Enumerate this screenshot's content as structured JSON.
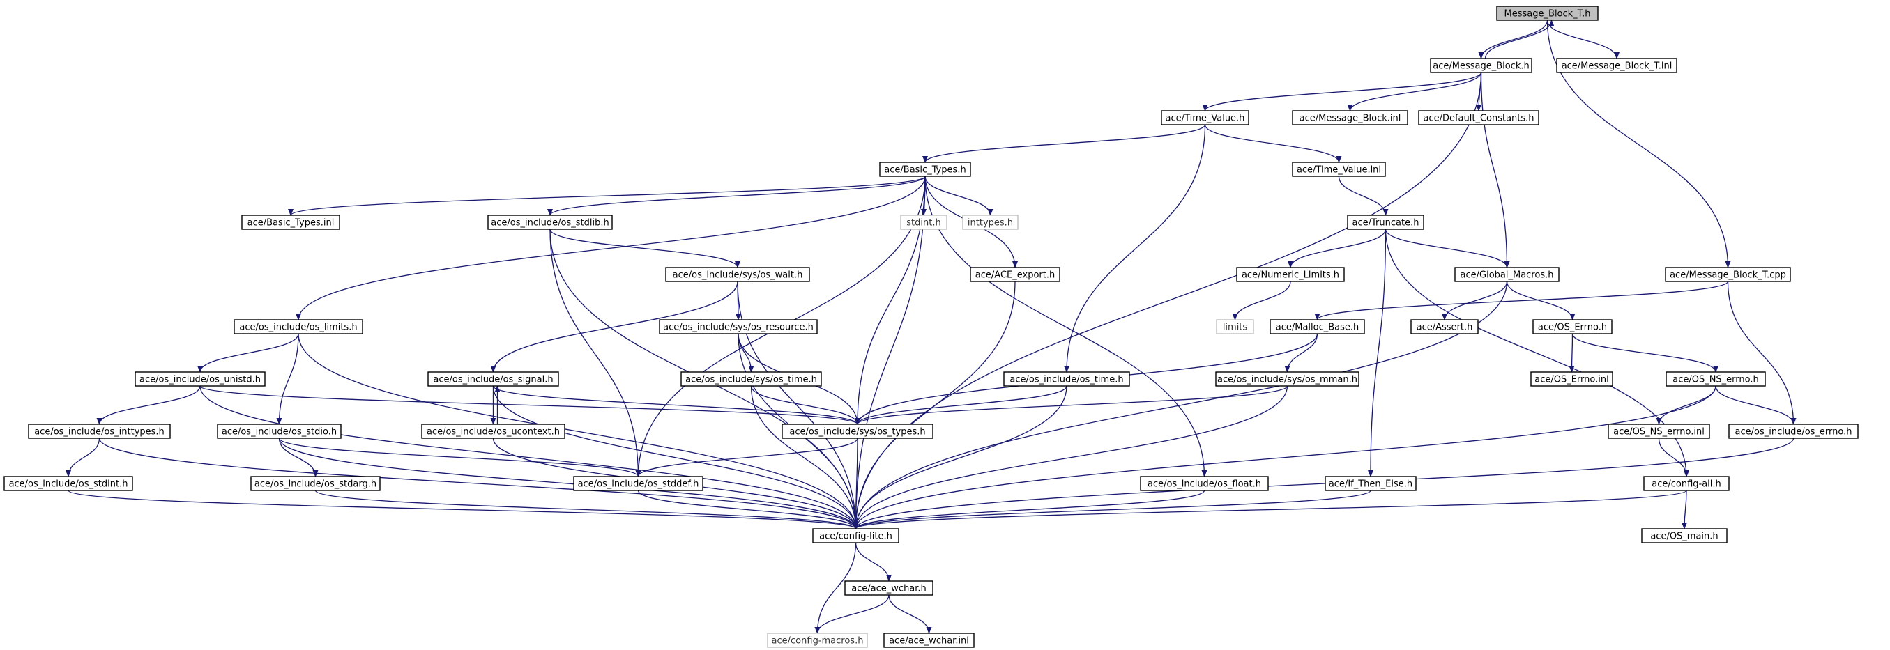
{
  "diagram": {
    "type": "include-dependency-graph",
    "root": "root",
    "colors": {
      "edge": "#191970",
      "node_border": "#000000",
      "root_fill": "#bfbfbf",
      "missing_border": "#bfbfbf"
    },
    "nodes": [
      {
        "id": "root",
        "label": "Message_Block_T.h",
        "kind": "root"
      },
      {
        "id": "msgblock_h",
        "label": "ace/Message_Block.h",
        "kind": "file"
      },
      {
        "id": "msgblockT_inl",
        "label": "ace/Message_Block_T.inl",
        "kind": "file"
      },
      {
        "id": "timevalue_h",
        "label": "ace/Time_Value.h",
        "kind": "file"
      },
      {
        "id": "msgblock_inl",
        "label": "ace/Message_Block.inl",
        "kind": "file"
      },
      {
        "id": "defconst_h",
        "label": "ace/Default_Constants.h",
        "kind": "file"
      },
      {
        "id": "basictypes_h",
        "label": "ace/Basic_Types.h",
        "kind": "file"
      },
      {
        "id": "timevalue_inl",
        "label": "ace/Time_Value.inl",
        "kind": "file"
      },
      {
        "id": "basictypes_inl",
        "label": "ace/Basic_Types.inl",
        "kind": "file"
      },
      {
        "id": "os_stdlib_h",
        "label": "ace/os_include/os_stdlib.h",
        "kind": "file"
      },
      {
        "id": "stdint_h",
        "label": "stdint.h",
        "kind": "missing"
      },
      {
        "id": "inttypes_h",
        "label": "inttypes.h",
        "kind": "missing"
      },
      {
        "id": "truncate_h",
        "label": "ace/Truncate.h",
        "kind": "file"
      },
      {
        "id": "sys_wait_h",
        "label": "ace/os_include/sys/os_wait.h",
        "kind": "file"
      },
      {
        "id": "ace_export_h",
        "label": "ace/ACE_export.h",
        "kind": "file"
      },
      {
        "id": "numlimits_h",
        "label": "ace/Numeric_Limits.h",
        "kind": "file"
      },
      {
        "id": "globalmacros_h",
        "label": "ace/Global_Macros.h",
        "kind": "file"
      },
      {
        "id": "msgblockT_cpp",
        "label": "ace/Message_Block_T.cpp",
        "kind": "file"
      },
      {
        "id": "os_limits_h",
        "label": "ace/os_include/os_limits.h",
        "kind": "file"
      },
      {
        "id": "sys_resource_h",
        "label": "ace/os_include/sys/os_resource.h",
        "kind": "file"
      },
      {
        "id": "limits",
        "label": "limits",
        "kind": "missing"
      },
      {
        "id": "mallocbase_h",
        "label": "ace/Malloc_Base.h",
        "kind": "file"
      },
      {
        "id": "assert_h",
        "label": "ace/Assert.h",
        "kind": "file"
      },
      {
        "id": "oserrno_h",
        "label": "ace/OS_Errno.h",
        "kind": "file"
      },
      {
        "id": "os_unistd_h",
        "label": "ace/os_include/os_unistd.h",
        "kind": "file"
      },
      {
        "id": "os_signal_h",
        "label": "ace/os_include/os_signal.h",
        "kind": "file"
      },
      {
        "id": "sys_time_h",
        "label": "ace/os_include/sys/os_time.h",
        "kind": "file"
      },
      {
        "id": "os_time_h",
        "label": "ace/os_include/os_time.h",
        "kind": "file"
      },
      {
        "id": "sys_mman_h",
        "label": "ace/os_include/sys/os_mman.h",
        "kind": "file"
      },
      {
        "id": "oserrno_inl",
        "label": "ace/OS_Errno.inl",
        "kind": "file"
      },
      {
        "id": "osnserrno_h",
        "label": "ace/OS_NS_errno.h",
        "kind": "file"
      },
      {
        "id": "os_inttypes_h",
        "label": "ace/os_include/os_inttypes.h",
        "kind": "file"
      },
      {
        "id": "os_stdio_h",
        "label": "ace/os_include/os_stdio.h",
        "kind": "file"
      },
      {
        "id": "os_ucontext_h",
        "label": "ace/os_include/os_ucontext.h",
        "kind": "file"
      },
      {
        "id": "sys_types_h",
        "label": "ace/os_include/sys/os_types.h",
        "kind": "file"
      },
      {
        "id": "osnserrno_inl",
        "label": "ace/OS_NS_errno.inl",
        "kind": "file"
      },
      {
        "id": "os_errno_h",
        "label": "ace/os_include/os_errno.h",
        "kind": "file"
      },
      {
        "id": "os_stdint_h",
        "label": "ace/os_include/os_stdint.h",
        "kind": "file"
      },
      {
        "id": "os_stdarg_h",
        "label": "ace/os_include/os_stdarg.h",
        "kind": "file"
      },
      {
        "id": "os_stddef_h",
        "label": "ace/os_include/os_stddef.h",
        "kind": "file"
      },
      {
        "id": "os_float_h",
        "label": "ace/os_include/os_float.h",
        "kind": "file"
      },
      {
        "id": "ifthenelse_h",
        "label": "ace/If_Then_Else.h",
        "kind": "file"
      },
      {
        "id": "configall_h",
        "label": "ace/config-all.h",
        "kind": "file"
      },
      {
        "id": "configlite_h",
        "label": "ace/config-lite.h",
        "kind": "file"
      },
      {
        "id": "osmain_h",
        "label": "ace/OS_main.h",
        "kind": "file"
      },
      {
        "id": "ace_wchar_h",
        "label": "ace/ace_wchar.h",
        "kind": "file"
      },
      {
        "id": "configmacros_h",
        "label": "ace/config-macros.h",
        "kind": "missing"
      },
      {
        "id": "ace_wchar_inl",
        "label": "ace/ace_wchar.inl",
        "kind": "file"
      }
    ],
    "edges": [
      [
        "root",
        "msgblock_h"
      ],
      [
        "msgblock_h",
        "root"
      ],
      [
        "root",
        "msgblockT_inl"
      ],
      [
        "root",
        "msgblockT_cpp"
      ],
      [
        "msgblock_h",
        "timevalue_h"
      ],
      [
        "msgblock_h",
        "msgblock_inl"
      ],
      [
        "msgblock_h",
        "defconst_h"
      ],
      [
        "msgblock_h",
        "globalmacros_h"
      ],
      [
        "msgblock_h",
        "configlite_h"
      ],
      [
        "timevalue_h",
        "basictypes_h"
      ],
      [
        "timevalue_h",
        "timevalue_inl"
      ],
      [
        "timevalue_h",
        "os_time_h"
      ],
      [
        "basictypes_h",
        "basictypes_inl"
      ],
      [
        "basictypes_h",
        "os_stdlib_h"
      ],
      [
        "basictypes_h",
        "stdint_h"
      ],
      [
        "basictypes_h",
        "inttypes_h"
      ],
      [
        "basictypes_h",
        "ace_export_h"
      ],
      [
        "basictypes_h",
        "os_limits_h"
      ],
      [
        "basictypes_h",
        "sys_types_h"
      ],
      [
        "basictypes_h",
        "os_stddef_h"
      ],
      [
        "basictypes_h",
        "os_float_h"
      ],
      [
        "basictypes_h",
        "configlite_h"
      ],
      [
        "timevalue_inl",
        "truncate_h"
      ],
      [
        "truncate_h",
        "numlimits_h"
      ],
      [
        "truncate_h",
        "globalmacros_h"
      ],
      [
        "truncate_h",
        "ifthenelse_h"
      ],
      [
        "truncate_h",
        "configall_h"
      ],
      [
        "os_stdlib_h",
        "sys_wait_h"
      ],
      [
        "os_stdlib_h",
        "os_stddef_h"
      ],
      [
        "os_stdlib_h",
        "configlite_h"
      ],
      [
        "sys_wait_h",
        "os_signal_h"
      ],
      [
        "sys_wait_h",
        "sys_resource_h"
      ],
      [
        "sys_wait_h",
        "configlite_h"
      ],
      [
        "ace_export_h",
        "configlite_h"
      ],
      [
        "numlimits_h",
        "limits"
      ],
      [
        "globalmacros_h",
        "assert_h"
      ],
      [
        "globalmacros_h",
        "oserrno_h"
      ],
      [
        "globalmacros_h",
        "configlite_h"
      ],
      [
        "msgblockT_cpp",
        "mallocbase_h"
      ],
      [
        "msgblockT_cpp",
        "os_errno_h"
      ],
      [
        "os_limits_h",
        "os_unistd_h"
      ],
      [
        "os_limits_h",
        "os_stdio_h"
      ],
      [
        "os_limits_h",
        "configlite_h"
      ],
      [
        "sys_resource_h",
        "sys_time_h"
      ],
      [
        "sys_resource_h",
        "sys_types_h"
      ],
      [
        "sys_resource_h",
        "configlite_h"
      ],
      [
        "mallocbase_h",
        "sys_mman_h"
      ],
      [
        "mallocbase_h",
        "sys_types_h"
      ],
      [
        "oserrno_h",
        "oserrno_inl"
      ],
      [
        "oserrno_h",
        "osnserrno_h"
      ],
      [
        "os_unistd_h",
        "os_inttypes_h"
      ],
      [
        "os_unistd_h",
        "sys_types_h"
      ],
      [
        "os_unistd_h",
        "configlite_h"
      ],
      [
        "os_signal_h",
        "os_ucontext_h"
      ],
      [
        "os_ucontext_h",
        "os_signal_h"
      ],
      [
        "os_signal_h",
        "sys_types_h"
      ],
      [
        "os_signal_h",
        "configlite_h"
      ],
      [
        "sys_time_h",
        "sys_types_h"
      ],
      [
        "sys_time_h",
        "configlite_h"
      ],
      [
        "os_time_h",
        "sys_types_h"
      ],
      [
        "os_time_h",
        "configlite_h"
      ],
      [
        "sys_mman_h",
        "sys_types_h"
      ],
      [
        "sys_mman_h",
        "configlite_h"
      ],
      [
        "osnserrno_h",
        "osnserrno_inl"
      ],
      [
        "osnserrno_h",
        "os_errno_h"
      ],
      [
        "osnserrno_h",
        "configlite_h"
      ],
      [
        "os_inttypes_h",
        "os_stdint_h"
      ],
      [
        "os_inttypes_h",
        "configlite_h"
      ],
      [
        "os_stdio_h",
        "os_stdarg_h"
      ],
      [
        "os_stdio_h",
        "os_stddef_h"
      ],
      [
        "os_stdio_h",
        "configlite_h"
      ],
      [
        "os_ucontext_h",
        "configlite_h"
      ],
      [
        "sys_types_h",
        "os_stddef_h"
      ],
      [
        "sys_types_h",
        "configlite_h"
      ],
      [
        "osnserrno_inl",
        "configall_h"
      ],
      [
        "os_errno_h",
        "configlite_h"
      ],
      [
        "os_stdint_h",
        "configlite_h"
      ],
      [
        "os_stdarg_h",
        "configlite_h"
      ],
      [
        "os_stddef_h",
        "configlite_h"
      ],
      [
        "os_float_h",
        "configlite_h"
      ],
      [
        "ifthenelse_h",
        "configlite_h"
      ],
      [
        "configall_h",
        "configlite_h"
      ],
      [
        "configall_h",
        "osmain_h"
      ],
      [
        "configlite_h",
        "ace_wchar_h"
      ],
      [
        "configlite_h",
        "configmacros_h"
      ],
      [
        "ace_wchar_h",
        "configmacros_h"
      ],
      [
        "ace_wchar_h",
        "ace_wchar_inl"
      ]
    ]
  }
}
